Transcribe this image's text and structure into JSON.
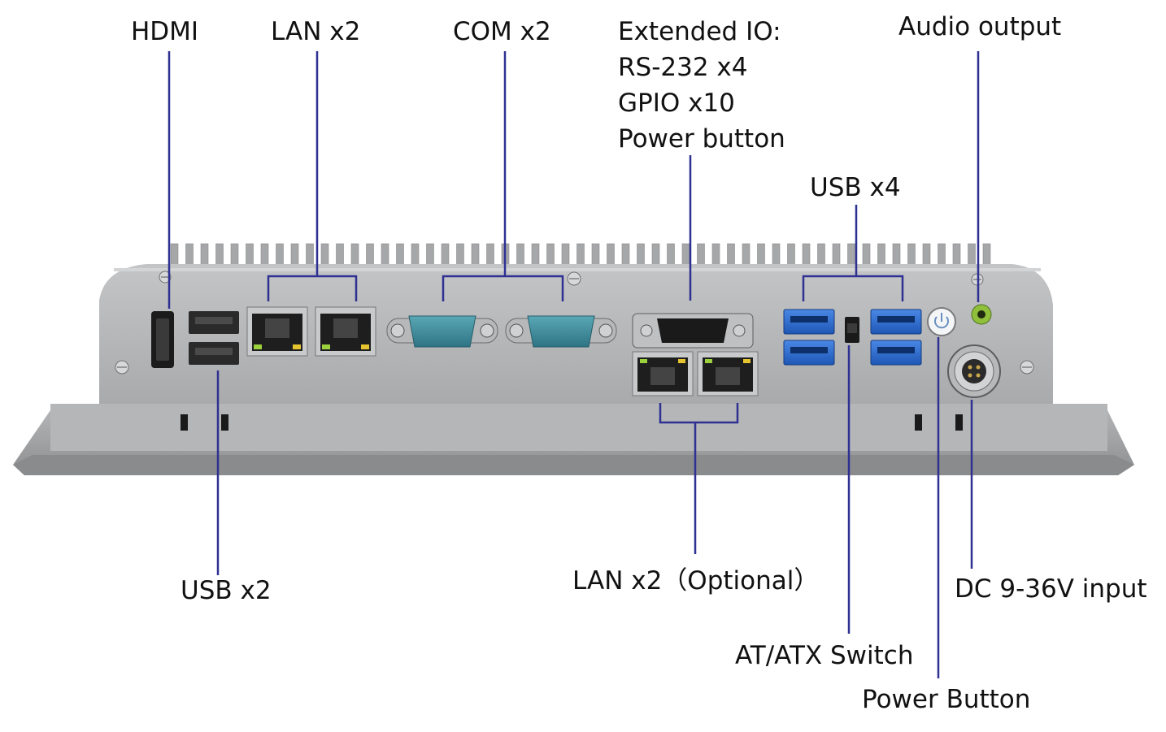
{
  "labels": {
    "hdmi": "HDMI",
    "lan_top": "LAN x2",
    "com": "COM x2",
    "extended_io": {
      "title": "Extended IO:",
      "line1": "RS-232 x4",
      "line2": "GPIO x10",
      "line3": "Power button"
    },
    "usb_x4": "USB x4",
    "audio": "Audio output",
    "usb_x2": "USB x2",
    "lan_optional": "LAN x2（Optional）",
    "at_atx": "AT/ATX Switch",
    "dc_input": "DC 9-36V input",
    "power_button": "Power Button"
  },
  "colors": {
    "leader_line": "#2e3192",
    "chassis": "#a7a8aa",
    "chassis_dark": "#8f9092",
    "panel": "#b9babc",
    "bezel": "#9c9d9f",
    "usb_blue": "#2f6fd1",
    "com_teal": "#3f8c9c",
    "audio_green": "#8fbf3b"
  },
  "icons": {
    "power": "power-icon"
  }
}
